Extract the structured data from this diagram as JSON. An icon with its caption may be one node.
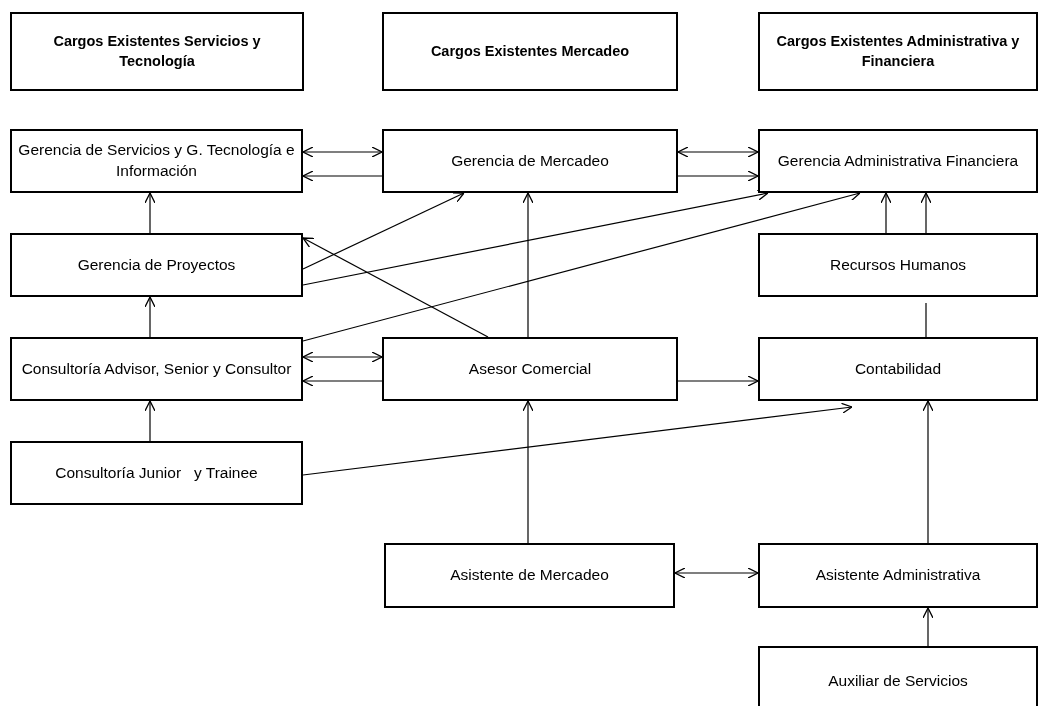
{
  "diagram": {
    "nodes": [
      {
        "text": [
          "Cargos Existentes Servicios y Tecnología"
        ]
      },
      {
        "text": [
          "Cargos Existentes Mercadeo"
        ]
      },
      {
        "text": [
          "Cargos Existentes Administrativa y Financiera"
        ]
      },
      {
        "text": [
          "Gerencia de Servicios y G. Tecnología e Información"
        ]
      },
      {
        "text": [
          "Gerencia de Mercadeo"
        ]
      },
      {
        "text": [
          "Gerencia Administrativa Financiera"
        ]
      },
      {
        "text": [
          "Gerencia de Proyectos"
        ]
      },
      {
        "text": [
          "Recursos Humanos"
        ]
      },
      {
        "text": [
          "Consultoría Advisor, Senior y Consultor"
        ]
      },
      {
        "text": [
          "Asesor Comercial"
        ]
      },
      {
        "text": [
          "Contabilidad"
        ]
      },
      {
        "text": [
          "Consultoría Junior   y Trainee"
        ]
      },
      {
        "text": [
          "Asistente de Mercadeo"
        ]
      },
      {
        "text": [
          "Asistente Administrativa"
        ]
      },
      {
        "text": [
          "Auxiliar de Servicios"
        ]
      }
    ],
    "edges": [
      {
        "from": 3,
        "to": 4,
        "arrow": "both"
      },
      {
        "from": 4,
        "to": 3,
        "arrow": "to"
      },
      {
        "from": 4,
        "to": 5,
        "arrow": "both"
      },
      {
        "from": 4,
        "to": 5,
        "arrow": "to"
      },
      {
        "from": 6,
        "to": 3,
        "arrow": "to"
      },
      {
        "from": 6,
        "to": 4,
        "arrow": "to"
      },
      {
        "from": 6,
        "to": 5,
        "arrow": "to"
      },
      {
        "from": 9,
        "to": 6,
        "arrow": "to"
      },
      {
        "from": 7,
        "to": 5,
        "arrow": "to"
      },
      {
        "from": 7,
        "to": 5,
        "arrow": "to"
      },
      {
        "from": 8,
        "to": 6,
        "arrow": "to"
      },
      {
        "from": 8,
        "to": 5,
        "arrow": "to"
      },
      {
        "from": 9,
        "to": 4,
        "arrow": "to"
      },
      {
        "from": 7,
        "to": 10,
        "arrow": "none"
      },
      {
        "from": 8,
        "to": 9,
        "arrow": "both"
      },
      {
        "from": 9,
        "to": 8,
        "arrow": "to"
      },
      {
        "from": 9,
        "to": 10,
        "arrow": "to"
      },
      {
        "from": 11,
        "to": 8,
        "arrow": "to"
      },
      {
        "from": 11,
        "to": 10,
        "arrow": "to"
      },
      {
        "from": 12,
        "to": 9,
        "arrow": "to"
      },
      {
        "from": 12,
        "to": 13,
        "arrow": "both"
      },
      {
        "from": 13,
        "to": 10,
        "arrow": "to"
      },
      {
        "from": 14,
        "to": 13,
        "arrow": "to"
      }
    ]
  }
}
